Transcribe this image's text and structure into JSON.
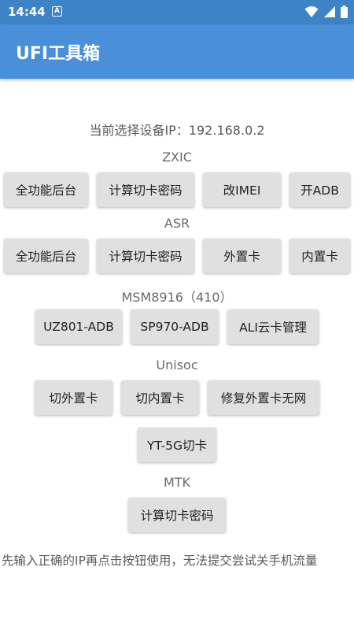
{
  "status_bar": {
    "time": "14:44",
    "notification_badge": "A",
    "icons": [
      "wifi-icon",
      "signal-icon",
      "battery-icon"
    ]
  },
  "app_bar": {
    "title": "UFI工具箱"
  },
  "ip_line": "当前选择设备IP：192.168.0.2",
  "sections": {
    "zxic": {
      "title": "ZXIC",
      "buttons": [
        "全功能后台",
        "计算切卡密码",
        "改IMEI",
        "开ADB"
      ]
    },
    "asr": {
      "title": "ASR",
      "buttons": [
        "全功能后台",
        "计算切卡密码",
        "外置卡",
        "内置卡"
      ]
    },
    "msm": {
      "title": "MSM8916（410）",
      "buttons": [
        "UZ801-ADB",
        "SP970-ADB",
        "ALI云卡管理"
      ]
    },
    "unisoc": {
      "title": "Unisoc",
      "buttons": [
        "切外置卡",
        "切内置卡",
        "修复外置卡无网",
        "YT-5G切卡"
      ]
    },
    "mtk": {
      "title": "MTK",
      "buttons": [
        "计算切卡密码"
      ]
    }
  },
  "note": "先输入正确的IP再点击按钮使用，无法提交尝试关手机流量",
  "colors": {
    "status_bar": "#3d83c6",
    "app_bar": "#4a90d9",
    "button_bg": "#e0e0e0"
  }
}
